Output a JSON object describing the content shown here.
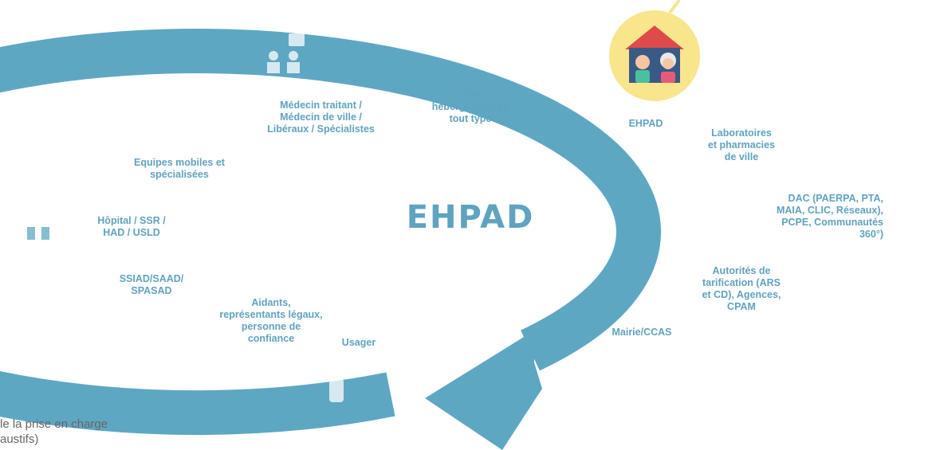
{
  "center_title": "EHPAD",
  "labels": {
    "esms": "ESMS\nhébergement de\ntout type",
    "medecin": "Médecin traitant /\nMédecin de ville /\nLibéraux / Spécialistes",
    "ehpad": "EHPAD",
    "laboratoires": "Laboratoires\net pharmacies\nde ville",
    "equipes": "Equipes mobiles et\nspécialisées",
    "dac": "DAC (PAERPA, PTA,\nMAIA, CLIC, Réseaux),\nPCPE, Communautés\n360°)",
    "hopital": "Hôpital / SSR /\nHAD / USLD",
    "autorites": "Autorités de\ntarification (ARS\net CD), Agences,\nCPAM",
    "ssiad": "SSIAD/SAAD/\nSPASAD",
    "aidants": "Aidants,\nreprésentants légaux,\npersonne de\nconfiance",
    "usager": "Usager",
    "mairie": "Mairie/CCAS"
  },
  "caption": "le la prise en charge\naustifs)",
  "colors": {
    "ring": "#5ea7c3",
    "text": "#5fa3c0",
    "icon": "#ffffff",
    "badge_bg": "#f8e58c",
    "house_red": "#e04a4a",
    "house_blue": "#3a5a86",
    "caption": "#666666"
  },
  "icons": [
    "elderly-person-home-icon",
    "doctors-icon",
    "group-people-icon",
    "hospital-icon",
    "house-icon",
    "handshake-icon",
    "patient-icon",
    "bank-building-icon",
    "institution-icon",
    "support-chat-icon",
    "lab-vial-icon",
    "ehpad-badge-icon"
  ]
}
